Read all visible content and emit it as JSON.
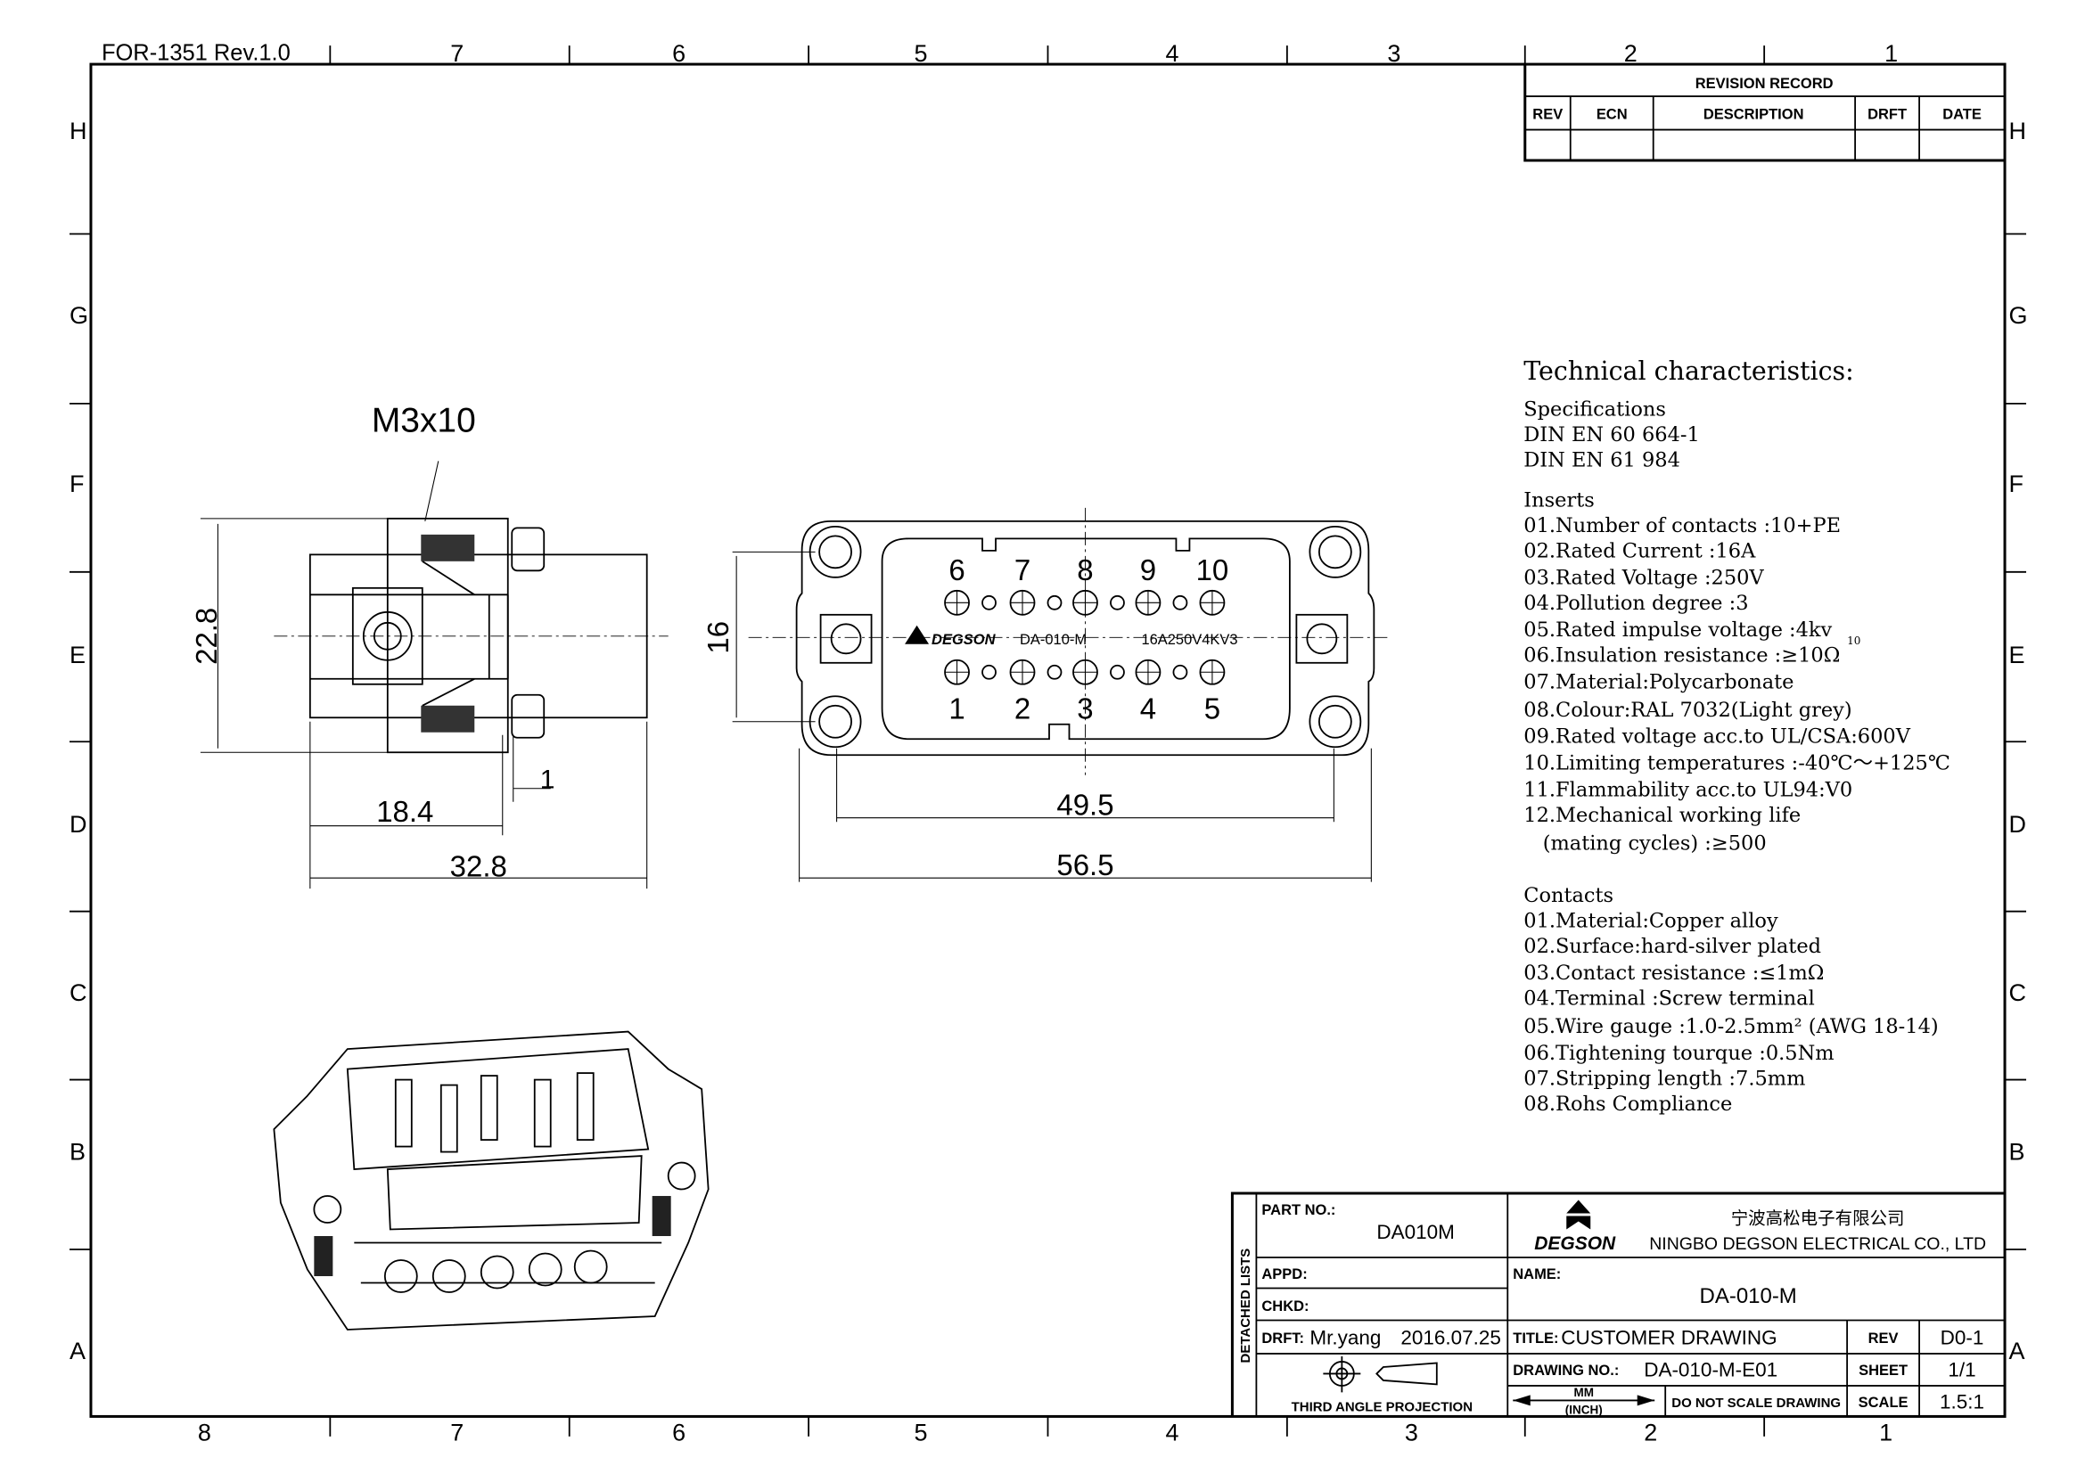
{
  "form_id": "FOR-1351  Rev.1.0",
  "zones": {
    "columns_top": [
      "7",
      "6",
      "5",
      "4",
      "3",
      "2",
      "1"
    ],
    "columns_bottom": [
      "8",
      "7",
      "6",
      "5",
      "4",
      "3",
      "2",
      "1"
    ],
    "rows": [
      "H",
      "G",
      "F",
      "E",
      "D",
      "C",
      "B",
      "A"
    ]
  },
  "revision_record": {
    "title": "REVISION RECORD",
    "headers": [
      "REV",
      "ECN",
      "DESCRIPTION",
      "DRFT",
      "DATE"
    ]
  },
  "views": {
    "side": {
      "screw_label": "M3x10",
      "dim_height": "22.8",
      "dim_offset": "1",
      "dim_width_inner": "18.4",
      "dim_width_total": "32.8"
    },
    "front": {
      "dim_height": "16",
      "dim_inner": "49.5",
      "dim_total": "56.5",
      "top_pins": [
        "6",
        "7",
        "8",
        "9",
        "10"
      ],
      "bottom_pins": [
        "1",
        "2",
        "3",
        "4",
        "5"
      ],
      "marking": "DA-010-M",
      "brand": "DEGSON",
      "rating": "16A250V4KV3"
    }
  },
  "tech": {
    "title": "Technical characteristics:",
    "specs_heading": "Specifications",
    "specs": [
      "DIN EN 60 664-1",
      "DIN EN 61 984"
    ],
    "inserts_heading": "Inserts",
    "inserts": [
      "01.Number of contacts :10+PE",
      "02.Rated Current :16A",
      "03.Rated Voltage :250V",
      "04.Pollution degree :3",
      "05.Rated impulse voltage :4kv",
      "06.Insulation resistance :≥10Ω",
      "07.Material:Polycarbonate",
      "08.Colour:RAL 7032(Light grey)",
      "09.Rated voltage acc.to UL/CSA:600V",
      "10.Limiting temperatures  :-40℃～+125℃",
      "11.Flammability acc.to UL94:V0",
      "12.Mechanical working life",
      "   (mating cycles) :≥500"
    ],
    "insulation_exponent": "10",
    "contacts_heading": "Contacts",
    "contacts": [
      "01.Material:Copper alloy",
      "02.Surface:hard-silver plated",
      "03.Contact resistance :≤1mΩ",
      "04.Terminal :Screw terminal",
      "05.Wire gauge :1.0-2.5mm² (AWG 18-14)",
      "06.Tightening tourque :0.5Nm",
      "07.Stripping length :7.5mm",
      "08.Rohs Compliance"
    ]
  },
  "title_block": {
    "detached_lists": "DETACHED LISTS",
    "part_no_label": "PART NO.:",
    "part_no": "DA010M",
    "appd_label": "APPD:",
    "chkd_label": "CHKD:",
    "drft_label": "DRFT:",
    "drafter": "Mr.yang",
    "date": "2016.07.25",
    "projection": "THIRD ANGLE PROJECTION",
    "logo_text": "DEGSON",
    "company_cn": "宁波高松电子有限公司",
    "company_en": "NINGBO DEGSON ELECTRICAL CO., LTD",
    "name_label": "NAME:",
    "name": "DA-010-M",
    "title_label": "TITLE:",
    "title": "CUSTOMER  DRAWING",
    "rev_label": "REV",
    "rev": "D0-1",
    "drawing_no_label": "DRAWING NO.:",
    "drawing_no": "DA-010-M-E01",
    "sheet_label": "SHEET",
    "sheet": "1/1",
    "units_mm": "MM",
    "units_inch": "(INCH)",
    "no_scale": "DO NOT SCALE DRAWING",
    "scale_label": "SCALE",
    "scale": "1.5:1"
  }
}
